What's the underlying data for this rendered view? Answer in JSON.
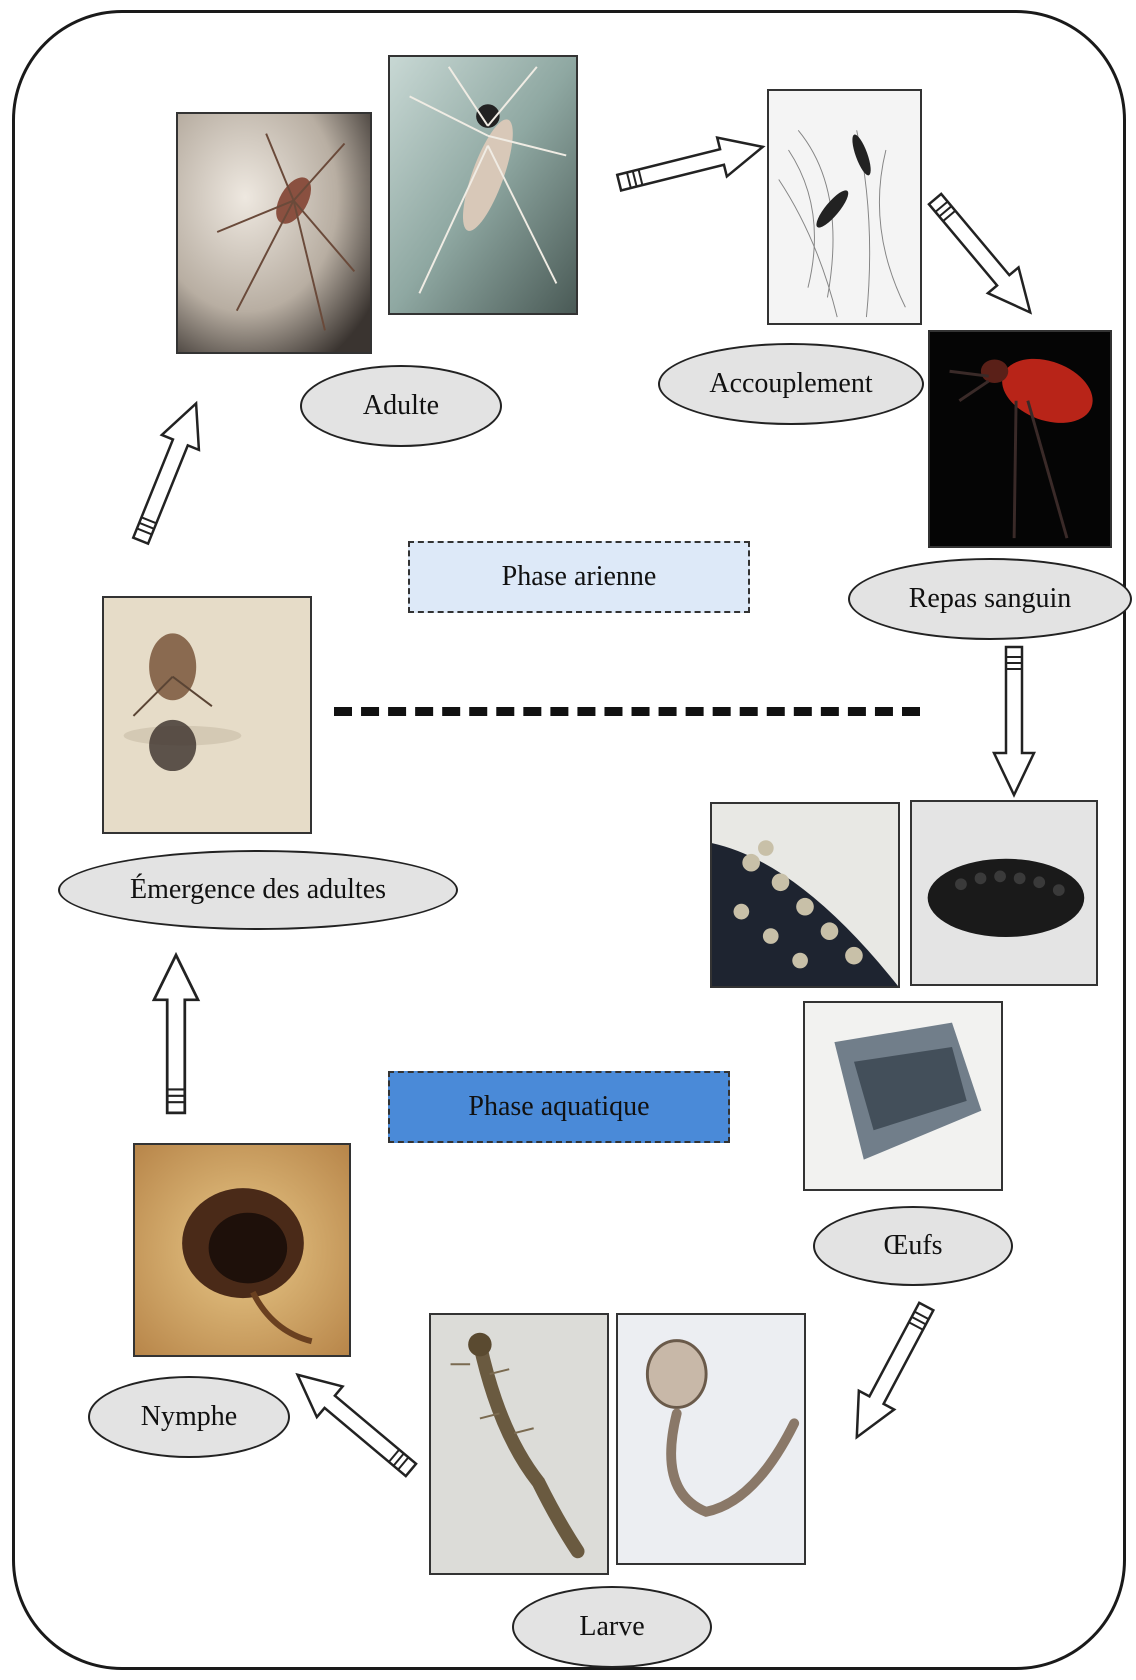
{
  "stages": {
    "adulte": "Adulte",
    "accouplement": "Accouplement",
    "repas": "Repas sanguin",
    "oeufs": "Œufs",
    "larve": "Larve",
    "nymphe": "Nymphe",
    "emergence": "Émergence des adultes"
  },
  "phases": {
    "air": "Phase arienne",
    "water": "Phase aquatique"
  },
  "colors": {
    "phase_air_bg": "#dde9f8",
    "phase_water_bg": "#4a8ad8",
    "label_bg": "#e3e3e3"
  }
}
